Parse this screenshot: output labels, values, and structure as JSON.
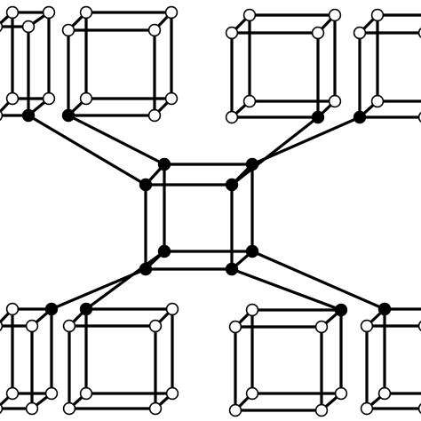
{
  "colors": {
    "background": "#ffffff",
    "edge": "#000000",
    "open_node_fill": "#ffffff",
    "filled_node_fill": "#000000"
  },
  "graph": {
    "central_cube": {
      "node_style": "filled",
      "node_count": 8
    },
    "peripheral_cubes": [
      {
        "position": "top-left-outer",
        "node_style": "open",
        "connected_via": "filled"
      },
      {
        "position": "top-left-inner",
        "node_style": "open",
        "connected_via": "filled"
      },
      {
        "position": "top-right-inner",
        "node_style": "open",
        "connected_via": "filled"
      },
      {
        "position": "top-right-outer",
        "node_style": "open",
        "connected_via": "filled"
      },
      {
        "position": "bottom-left-outer",
        "node_style": "open",
        "connected_via": "filled"
      },
      {
        "position": "bottom-left-inner",
        "node_style": "open",
        "connected_via": "filled"
      },
      {
        "position": "bottom-right-inner",
        "node_style": "open",
        "connected_via": "filled"
      },
      {
        "position": "bottom-right-outer",
        "node_style": "open",
        "connected_via": "filled"
      }
    ]
  }
}
